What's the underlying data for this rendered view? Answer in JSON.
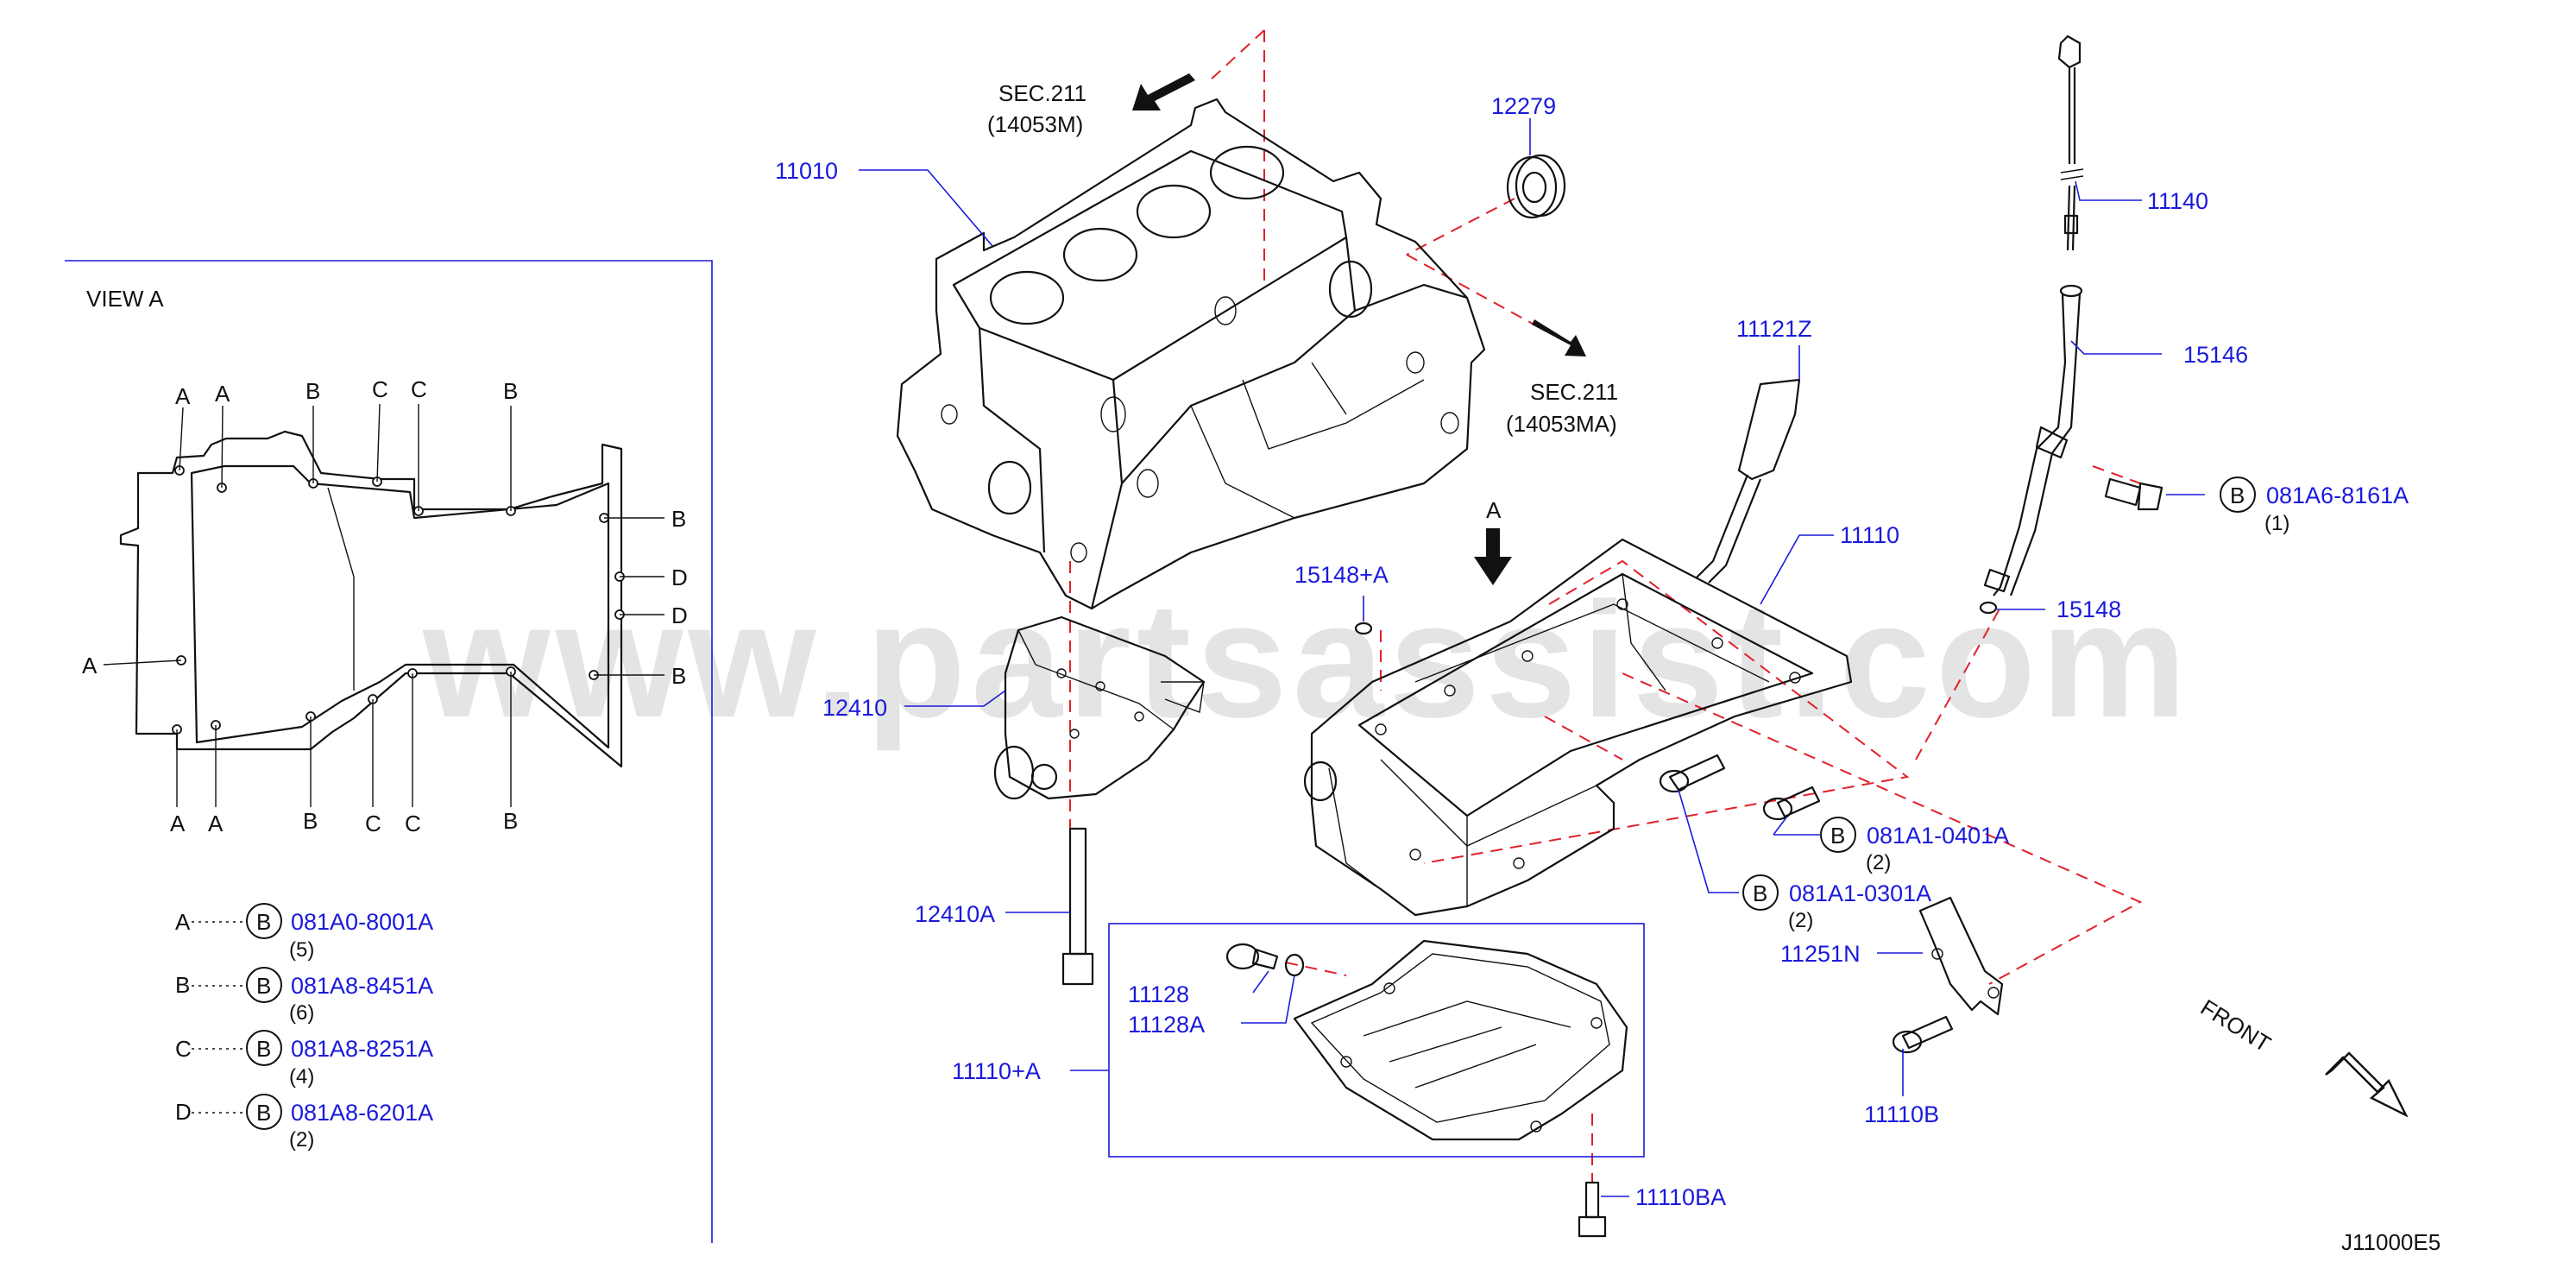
{
  "watermark": "www.partsassist.com",
  "diagram_id": "J11000E5",
  "view": {
    "title": "VIEW A"
  },
  "sections": [
    {
      "code": "SEC.211",
      "ref": "(14053M)"
    },
    {
      "code": "SEC.211",
      "ref": "(14053MA)"
    }
  ],
  "view_arrow_label": "A",
  "front_label": "FRONT",
  "view_points": {
    "top": [
      "A",
      "A",
      "B",
      "C",
      "C",
      "B"
    ],
    "right": [
      "B",
      "D",
      "D",
      "B"
    ],
    "left": [
      "A"
    ],
    "bottom": [
      "A",
      "A",
      "B",
      "C",
      "C",
      "B"
    ]
  },
  "legend": [
    {
      "key": "A",
      "badge": "B",
      "part": "081A0-8001A",
      "qty": "(5)"
    },
    {
      "key": "B",
      "badge": "B",
      "part": "081A8-8451A",
      "qty": "(6)"
    },
    {
      "key": "C",
      "badge": "B",
      "part": "081A8-8251A",
      "qty": "(4)"
    },
    {
      "key": "D",
      "badge": "B",
      "part": "081A8-6201A",
      "qty": "(2)"
    }
  ],
  "callouts": [
    {
      "id": "11010"
    },
    {
      "id": "12279"
    },
    {
      "id": "11140"
    },
    {
      "id": "15146"
    },
    {
      "id": "11121Z"
    },
    {
      "id": "11110"
    },
    {
      "id": "15148+A"
    },
    {
      "id": "15148"
    },
    {
      "id": "12410"
    },
    {
      "id": "12410A"
    },
    {
      "id": "11128"
    },
    {
      "id": "11128A"
    },
    {
      "id": "11110+A"
    },
    {
      "id": "11251N"
    },
    {
      "id": "11110B"
    },
    {
      "id": "11110BA"
    }
  ],
  "bolts": [
    {
      "badge": "B",
      "part": "081A6-8161A",
      "qty": "(1)"
    },
    {
      "badge": "B",
      "part": "081A1-0401A",
      "qty": "(2)"
    },
    {
      "badge": "B",
      "part": "081A1-0301A",
      "qty": "(2)"
    }
  ]
}
